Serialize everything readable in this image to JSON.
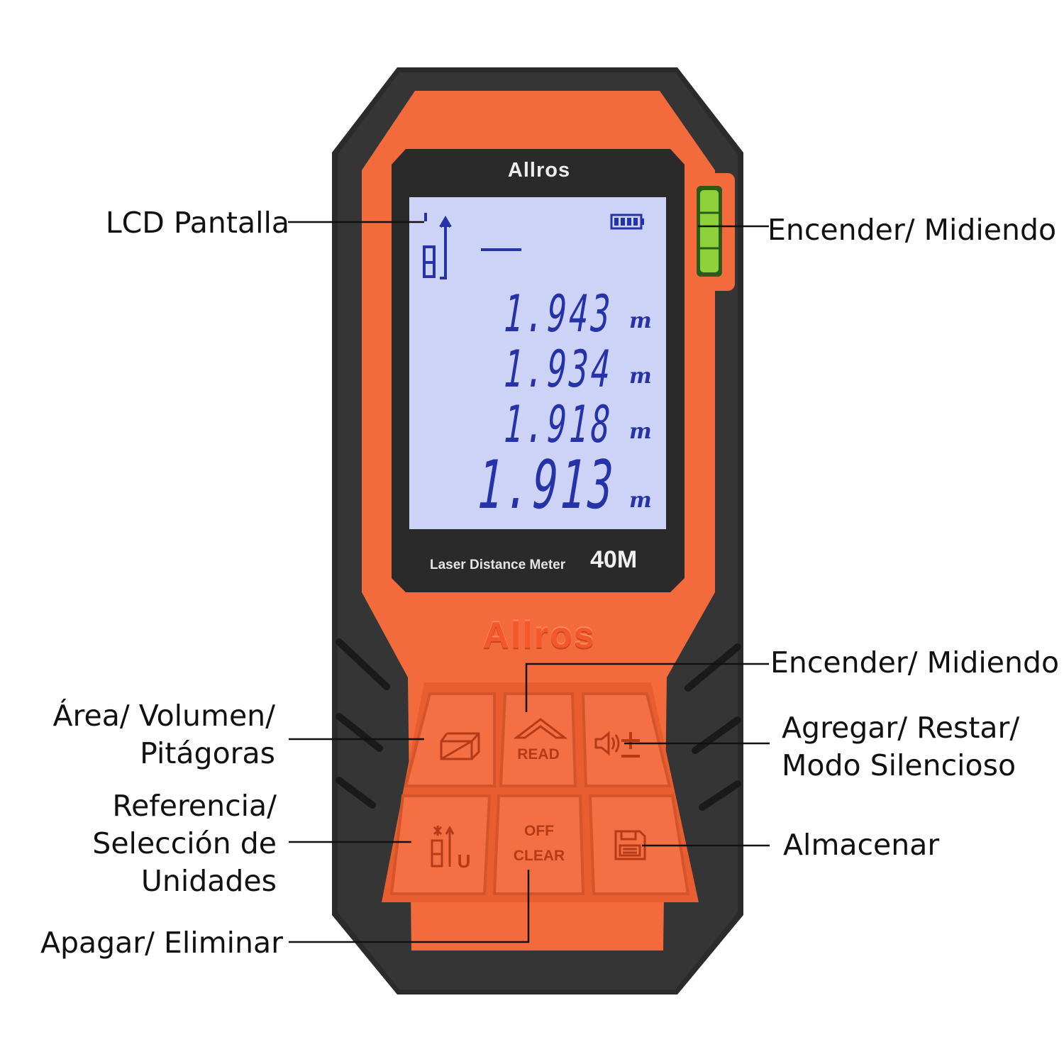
{
  "device": {
    "brand": "Allros",
    "model_text": "Laser Distance Meter",
    "range": "40M",
    "colors": {
      "body_orange": "#f36b3c",
      "body_black": "#2b2b2b",
      "lcd_blue": "#cdd3f6",
      "lcd_segments": "#2633a8",
      "level_green": "#8fd13d"
    }
  },
  "lcd": {
    "readings": [
      {
        "value": "1.943",
        "unit": "m"
      },
      {
        "value": "1.934",
        "unit": "m"
      },
      {
        "value": "1.918",
        "unit": "m"
      },
      {
        "value": "1.913",
        "unit": "m"
      }
    ],
    "icons": [
      "reference-icon",
      "battery-icon",
      "dash-icon"
    ]
  },
  "keys": {
    "read": "READ",
    "off": "OFF",
    "clear": "CLEAR",
    "unit_letter": "U",
    "icons": [
      "area-volume-icon",
      "read-triangle-icon",
      "speaker-plus-minus-icon",
      "reference-unit-icon",
      "save-floppy-icon"
    ]
  },
  "callouts": {
    "lcd": "LCD Pantalla",
    "level": "Encender/ Midiendo",
    "read": "Encender/ Midiendo",
    "area": [
      "Área/ Volumen/",
      "Pitágoras"
    ],
    "add": [
      "Agregar/ Restar/",
      "Modo Silencioso"
    ],
    "reference": [
      "Referencia/",
      "Selección de",
      "Unidades"
    ],
    "store": "Almacenar",
    "off": "Apagar/ Eliminar"
  }
}
